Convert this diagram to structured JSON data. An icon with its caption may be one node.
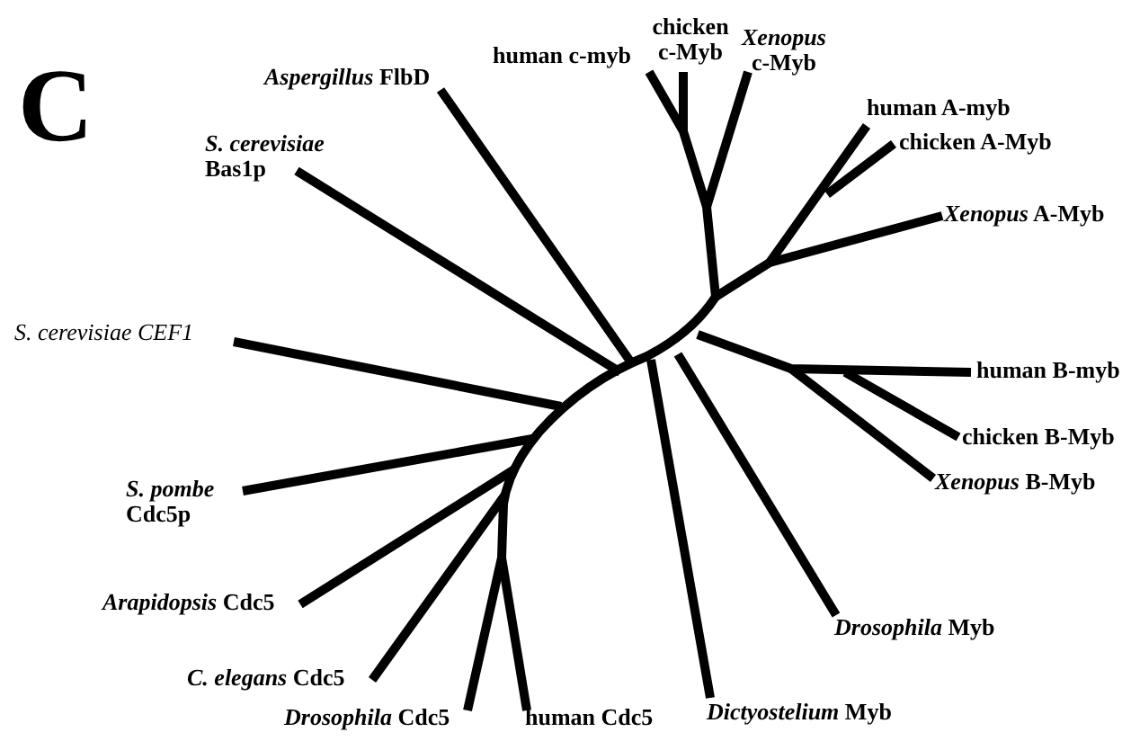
{
  "diagram": {
    "labels": [
      "C",
      "human c-myb",
      "chicken c-Myb",
      "*Xenopus* c-Myb",
      "*Aspergillus* FlbD",
      "human A-myb",
      "*S. cerevisiae* Bas1p",
      "chicken A-Myb",
      "*Xenopus* A-Myb",
      "S. cerevisiae CEF1",
      "human B-myb",
      "chicken B-Myb",
      "*S. pombe* Cdc5p",
      "*Xenopus* B-Myb",
      "*Arapidopsis* Cdc5",
      "*Drosophila* Myb",
      "*C. elegans* Cdc5",
      "*Drosophila* Cdc5",
      "human Cdc5",
      "*Dictyostelium* Myb"
    ]
  }
}
